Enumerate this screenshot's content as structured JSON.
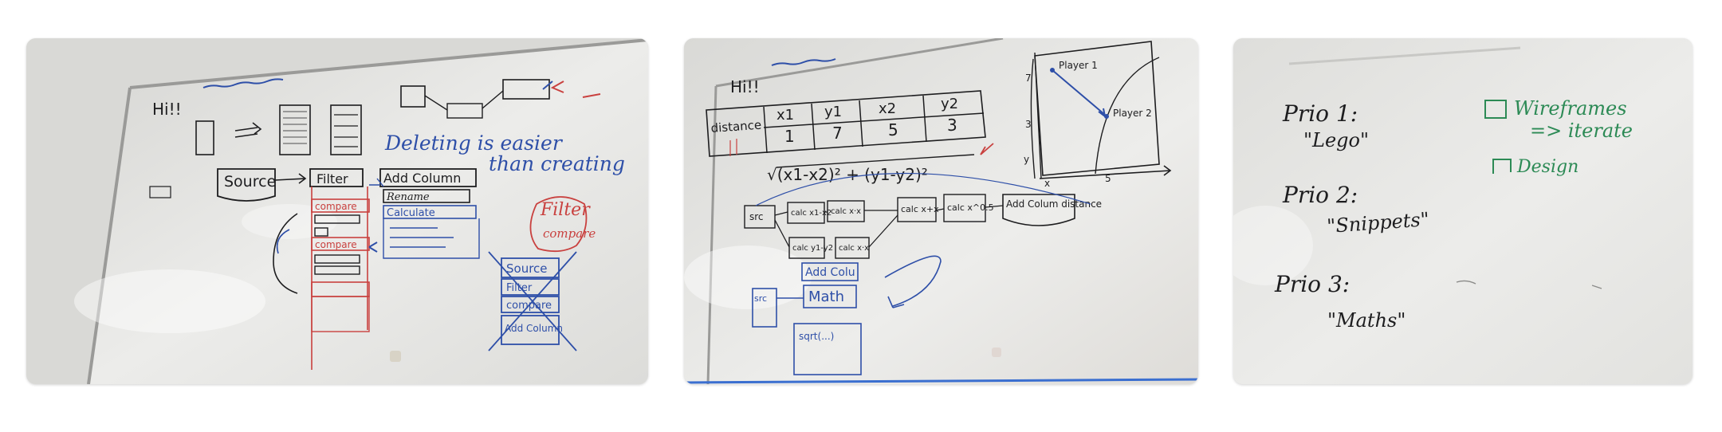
{
  "photos": [
    {
      "name": "whiteboard-photo-1",
      "texts": {
        "greeting": "Hi!!",
        "source": "Source",
        "filter": "Filter",
        "add_column": "Add Column",
        "rename": "Rename",
        "calculate": "Calculate",
        "compare": "compare",
        "deleting_line1": "Deleting is easier",
        "deleting_line2": "than creating",
        "filter_red": "Filter",
        "compare_red": "compare",
        "crossed_source": "Source",
        "crossed_filter": "Filter",
        "crossed_compare": "compare",
        "crossed_add": "Add Column"
      }
    },
    {
      "name": "whiteboard-photo-2",
      "texts": {
        "greeting": "Hi!!",
        "distance": "distance",
        "headers": [
          "x1",
          "y1",
          "x2",
          "y2"
        ],
        "values": [
          "1",
          "7",
          "5",
          "3"
        ],
        "formula": "√(x1-x2)² + (y1-y2)²",
        "src": "src",
        "calc1": "calc x1-x2",
        "calc2": "calc x·x",
        "calc3": "calc x+x",
        "calc4": "calc x^0.5",
        "calc5": "calc y1-y2",
        "calc6": "calc x·x",
        "add_column_distance": "Add Colum distance",
        "add_column": "Add Colu",
        "math": "Math",
        "sqrt": "sqrt(...)",
        "player1": "Player 1",
        "player2": "Player 2",
        "axis_x": "x",
        "axis_y": "y",
        "tick_5": "5",
        "tick_7": "7",
        "tick_3": "3"
      }
    },
    {
      "name": "whiteboard-photo-3",
      "texts": {
        "prio1": "Prio 1:",
        "prio1_item": "\"Lego\"",
        "prio2": "Prio 2:",
        "prio2_item": "\"Snippets\"",
        "prio3": "Prio 3:",
        "prio3_item": "\"Maths\"",
        "todo1_line1": "Wireframes",
        "todo1_line2": "=> iterate",
        "todo2": "Design"
      }
    }
  ],
  "colors": {
    "marker_black": "#1d1d1f",
    "marker_blue": "#2e4fa8",
    "marker_red": "#c9413f",
    "marker_green": "#2c8a55",
    "board": "#e9e9e6"
  }
}
